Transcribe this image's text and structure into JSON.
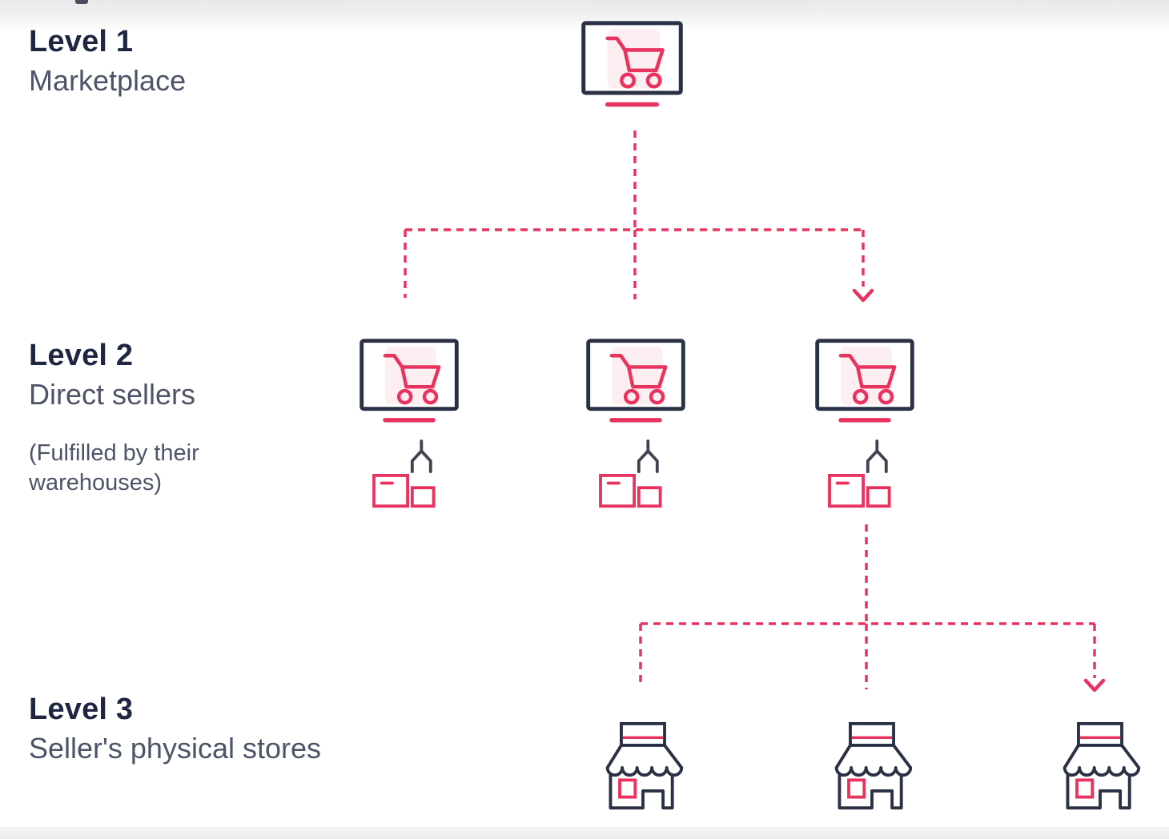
{
  "diagram": {
    "type": "hierarchy-diagram",
    "description_levels": 3
  },
  "levels": [
    {
      "id": "level-1",
      "title": "Level 1",
      "subtitle": "Marketplace"
    },
    {
      "id": "level-2",
      "title": "Level 2",
      "subtitle": "Direct sellers",
      "note": "(Fulfilled by their warehouses)"
    },
    {
      "id": "level-3",
      "title": "Level 3",
      "subtitle": "Seller's physical stores"
    }
  ],
  "icons": {
    "marketplace": "monitor-cart-icon",
    "direct_seller": "monitor-cart-icon",
    "fulfillment": "claw-with-boxes-icon",
    "physical_store": "storefront-icon"
  },
  "nodes": {
    "level1_count": 1,
    "level2_count": 3,
    "level3_count": 3
  },
  "connectors": [
    {
      "from": "marketplace",
      "to": "direct-sellers",
      "style": "dashed",
      "arrow_on": "rightmost-branch"
    },
    {
      "from": "direct-seller-3",
      "to": "physical-stores",
      "style": "dashed",
      "arrow_on": "rightmost-branch"
    }
  ],
  "palette": {
    "accent_pink": "#e8335f",
    "accent_tint": "#fdeef2",
    "outline_navy": "#2a3145",
    "claw_gray": "#3f4450",
    "title_text": "#1f2642",
    "body_text": "#4d5468",
    "band_gray": "#ededef"
  }
}
